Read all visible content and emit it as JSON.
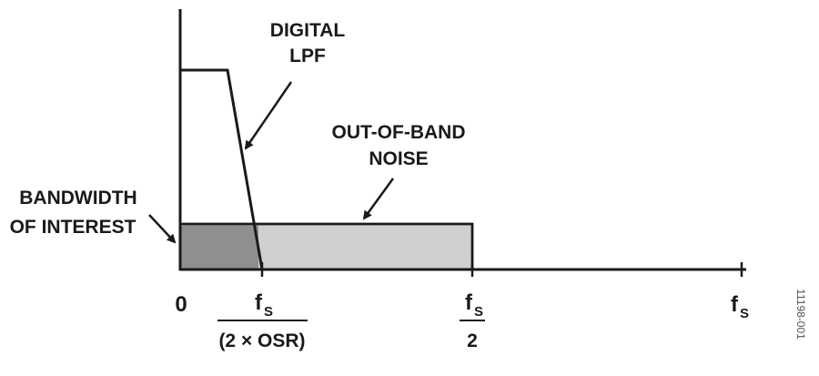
{
  "labels": {
    "digital_lpf_line1": "DIGITAL",
    "digital_lpf_line2": "LPF",
    "out_of_band_line1": "OUT-OF-BAND",
    "out_of_band_line2": "NOISE",
    "bandwidth_line1": "BANDWIDTH",
    "bandwidth_line2": "OF INTEREST"
  },
  "ticks": {
    "zero": "0",
    "fs_over_osr_main": "f",
    "fs_over_osr_sub": "S",
    "fs_over_osr_denominator": "(2 × OSR)",
    "fs_half_main": "f",
    "fs_half_sub": "S",
    "fs_half_denominator": "2",
    "fs_main": "f",
    "fs_sub": "S"
  },
  "figure_id": "11198-001",
  "colors": {
    "in_band_fill": "#8f8f8f",
    "out_of_band_fill": "#cfcfcf",
    "line": "#1a1a1a"
  }
}
